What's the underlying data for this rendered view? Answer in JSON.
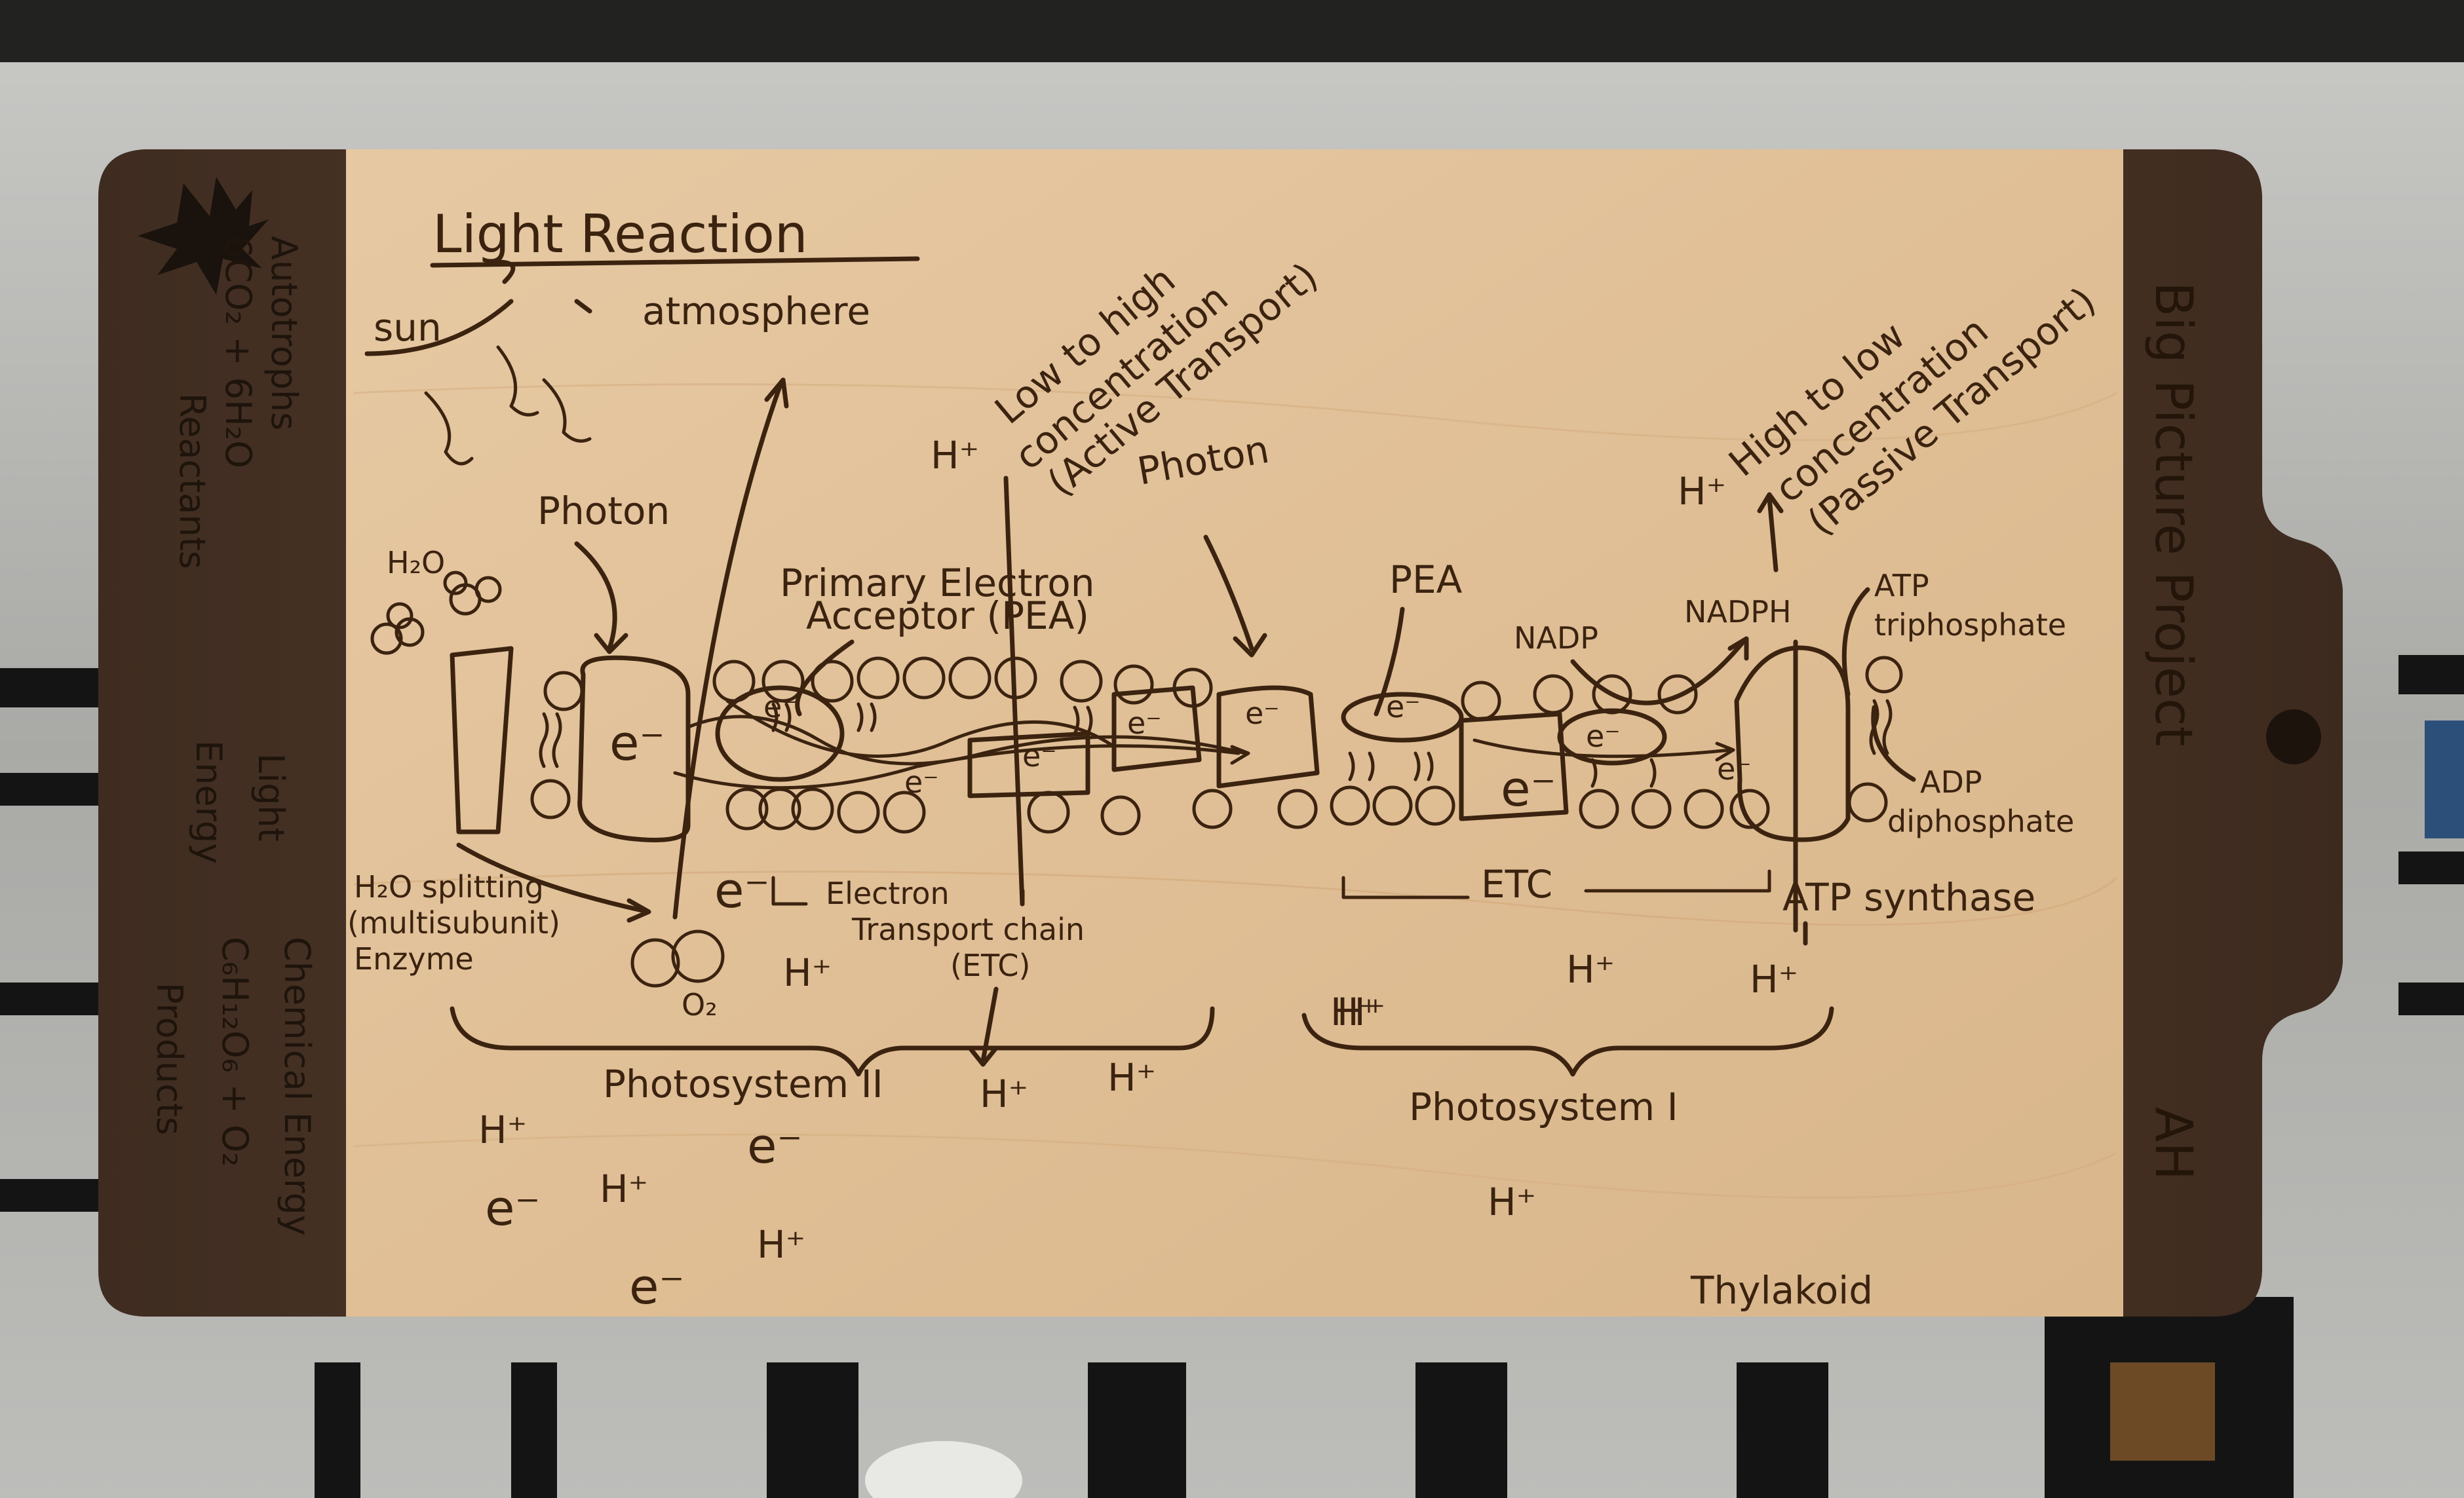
{
  "title": "Light Reaction",
  "labels": {
    "sun": "sun",
    "atmosphere": "atmosphere",
    "photon_left": "Photon",
    "photon_right": "Photon",
    "h2o": "H₂O",
    "h_low_high": "H⁺",
    "low_to_high_1": "Low to high",
    "low_to_high_2": "concentration",
    "low_to_high_3": "(Active Transport)",
    "h_high_low": "H⁺",
    "high_to_low_1": "High to low",
    "high_to_low_2": "concentration",
    "high_to_low_3": "(Passive Transport)",
    "pea_full_1": "Primary Electron",
    "pea_full_2": "Acceptor (PEA)",
    "pea": "PEA",
    "nadp": "NADP",
    "nadph": "NADPH",
    "atp": "ATP",
    "triphosphate": "triphosphate",
    "adp": "ADP",
    "diphosphate": "diphosphate",
    "h2o_splitting_1": "H₂O splitting",
    "h2o_splitting_2": "(multisubunit)",
    "h2o_splitting_3": "Enzyme",
    "o2": "O₂",
    "etc_left_1": "Electron",
    "etc_left_2": "Transport chain",
    "etc_left_3": "(ETC)",
    "etc_right": "ETC",
    "atp_synthase": "ATP synthase",
    "photosystem_2": "Photosystem II",
    "photosystem_1": "Photosystem I",
    "thylakoid": "Thylakoid",
    "e": "e⁻",
    "h": "H⁺"
  },
  "left_strip": {
    "line1": "Autotrophs",
    "line2": "6CO₂ + 6H₂O",
    "line3": "Reactants",
    "line4": "Light",
    "line5": "Energy",
    "line6": "Chemical Energy",
    "line7": "C₆H₁₂O₆ + O₂",
    "line8": "Products"
  },
  "right_strip": {
    "text": "Big Picture Project",
    "initials": "AH"
  },
  "colors": {
    "maple": "#e2c39c",
    "walnut": "#4a3426",
    "burn": "#3b2310",
    "metal": "#b5b5b2",
    "slot": "#141414"
  }
}
